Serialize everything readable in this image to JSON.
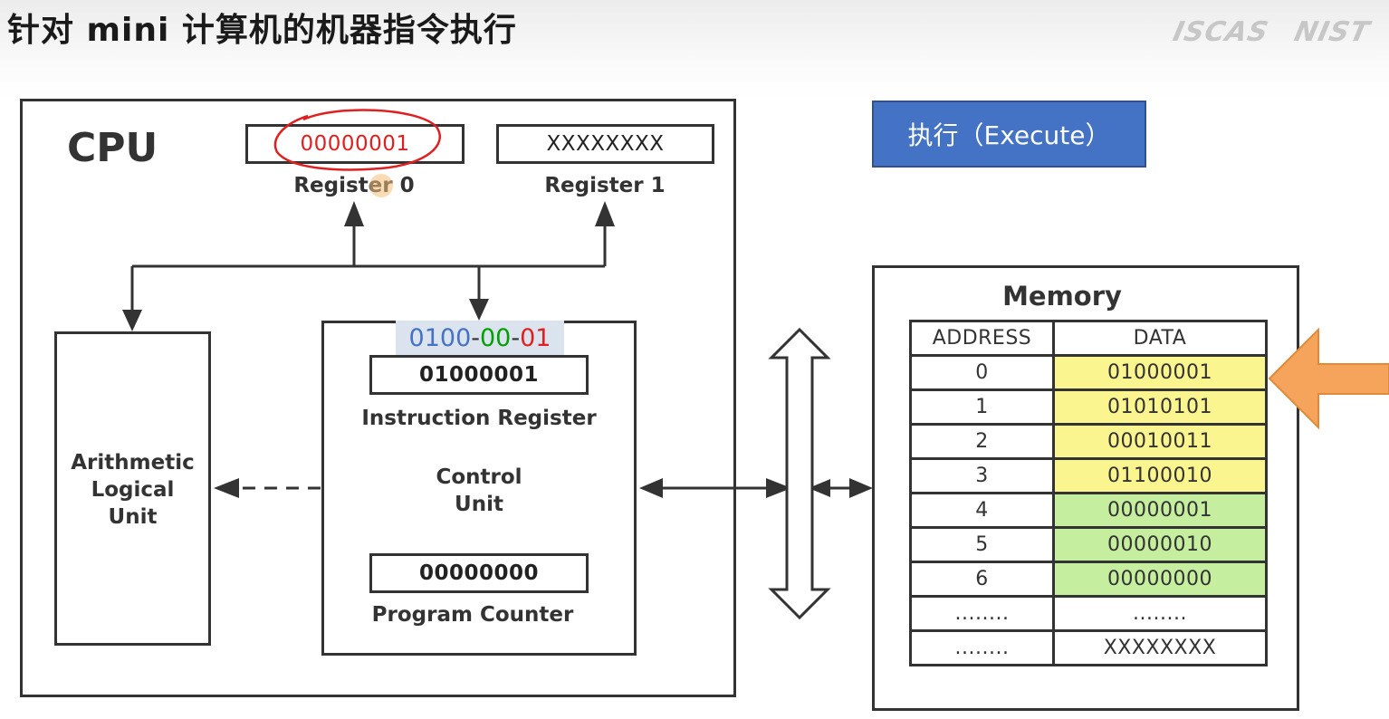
{
  "title": "针对 mini 计算机的机器指令执行",
  "logos": [
    "ISCAS",
    "NIST"
  ],
  "execute_button": "执行（Execute）",
  "cpu": {
    "label": "CPU",
    "register0": {
      "value": "00000001",
      "label": "Register 0"
    },
    "register1": {
      "value": "XXXXXXXX",
      "label": "Register 1"
    },
    "alu_label": [
      "Arithmetic",
      "Logical",
      "Unit"
    ],
    "control_unit": {
      "opcode_parts": [
        {
          "text": "0100",
          "color": "#4472c4"
        },
        {
          "text": "-",
          "color": "#333333"
        },
        {
          "text": "00",
          "color": "#00a000"
        },
        {
          "text": "-",
          "color": "#333333"
        },
        {
          "text": "01",
          "color": "#e02020"
        }
      ],
      "instruction_register": {
        "value": "01000001",
        "label": "Instruction Register"
      },
      "label": [
        "Control",
        "Unit"
      ],
      "program_counter": {
        "value": "00000000",
        "label": "Program Counter"
      }
    }
  },
  "memory": {
    "label": "Memory",
    "headers": [
      "ADDRESS",
      "DATA"
    ],
    "rows": [
      {
        "address": "0",
        "data": "01000001",
        "color": "#fbf58f"
      },
      {
        "address": "1",
        "data": "01010101",
        "color": "#fbf58f"
      },
      {
        "address": "2",
        "data": "00010011",
        "color": "#fbf58f"
      },
      {
        "address": "3",
        "data": "01100010",
        "color": "#fbf58f"
      },
      {
        "address": "4",
        "data": "00000001",
        "color": "#c6ee9f"
      },
      {
        "address": "5",
        "data": "00000010",
        "color": "#c6ee9f"
      },
      {
        "address": "6",
        "data": "00000000",
        "color": "#c6ee9f"
      },
      {
        "address": "........",
        "data": "........",
        "color": "#ffffff"
      },
      {
        "address": "........",
        "data": "XXXXXXXX",
        "color": "#ffffff"
      }
    ]
  },
  "colors": {
    "pointer_arrow": "#f6a35b",
    "annotation_circle": "#e02020",
    "register0_value": "#e02020"
  }
}
